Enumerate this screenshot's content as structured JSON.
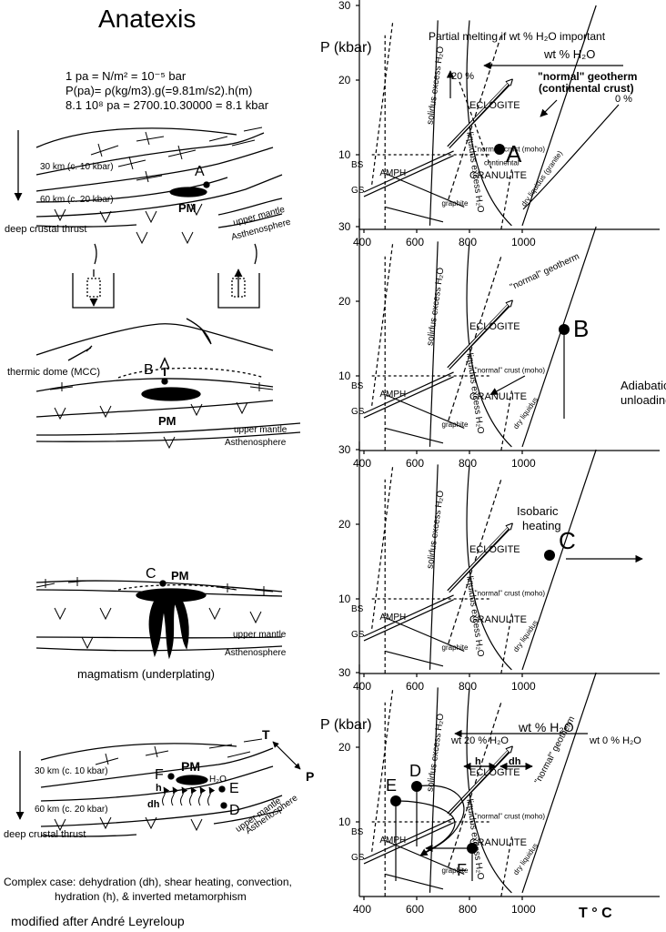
{
  "title": "Anatexis",
  "formulas": {
    "line1": "1 pa = N/m² = 10⁻⁵ bar",
    "line2": "P(pa)= ρ(kg/m3).g(=9.81m/s2).h(m)",
    "line3": "8.1 10⁸ pa = 2700.10.30000 = 8.1 kbar"
  },
  "sections": {
    "s1": {
      "depth30": "30 km (c. 10 kbar)",
      "depth60": "60 km (c. 20 kbar)",
      "point": "A",
      "pm": "PM",
      "upper_mantle": "upper mantle",
      "asthenosphere": "Asthenosphere",
      "thrust": "deep crustal thrust"
    },
    "s2": {
      "dome": "thermic dome (MCC)",
      "point": "B",
      "pm": "PM",
      "upper_mantle": "upper mantle",
      "asthenosphere": "Asthenosphere"
    },
    "s3": {
      "point": "C",
      "pm": "PM",
      "upper_mantle": "upper mantle",
      "asthenosphere": "Asthenosphere",
      "magmatism": "magmatism (underplating)"
    },
    "s4": {
      "depth30": "30 km (c. 10 kbar)",
      "depth60": "60 km (c. 20 kbar)",
      "pm": "PM",
      "h2o": "H₂O",
      "h": "h",
      "dh": "dh",
      "F": "F",
      "E": "E",
      "D": "D",
      "T": "T",
      "P": "P",
      "upper_mantle": "upper mantle",
      "asthenosphere": "Asthenosphere",
      "thrust": "deep crustal thrust"
    }
  },
  "captions": {
    "complex": "Complex case: dehydration (dh), shear heating, convection,",
    "complex2": "hydration (h), & inverted metamorphism",
    "credit": "modified after André Leyreloup"
  },
  "diagram_labels": {
    "p_axis": "P (kbar)",
    "t_axis": "T ° C",
    "y_ticks": [
      "10",
      "20",
      "30"
    ],
    "x_ticks": [
      "400",
      "600",
      "800",
      "1000"
    ],
    "solidus": "solidus excess H₂O",
    "liquidus": "liquidus excess H₂O",
    "eclogite": "ECLOGITE",
    "amph": "AMPH",
    "granulite": "GRANULITE",
    "graphite": "graphite",
    "bs": "BS",
    "gs": "GS",
    "normal_crust": "\"normal\" crust (moho)",
    "continental": "continental",
    "dry_liquidus": "dry liquidus",
    "dry_liquidus_granite": "dry liquidus (granite)",
    "normal_geotherm": "\"normal\" geotherm",
    "normal_geotherm_bold": "\"normal\" geotherm",
    "continental_crust": "(continental crust)",
    "partial_melting": "Partial melting if wt % H₂O important",
    "wt_h2o": "wt % H₂O",
    "pct20": "20 %",
    "pct0": "0 %",
    "adiabatic1": "Adiabatic",
    "adiabatic2": "unloading",
    "isobaric1": "Isobaric",
    "isobaric2": "heating",
    "wt20": "wt 20 % H₂O",
    "wt0": "wt 0 % H₂O",
    "h": "h",
    "dh": "dh"
  },
  "points": {
    "A": "A",
    "B": "B",
    "C": "C",
    "D": "D",
    "E": "E",
    "F": "F"
  }
}
